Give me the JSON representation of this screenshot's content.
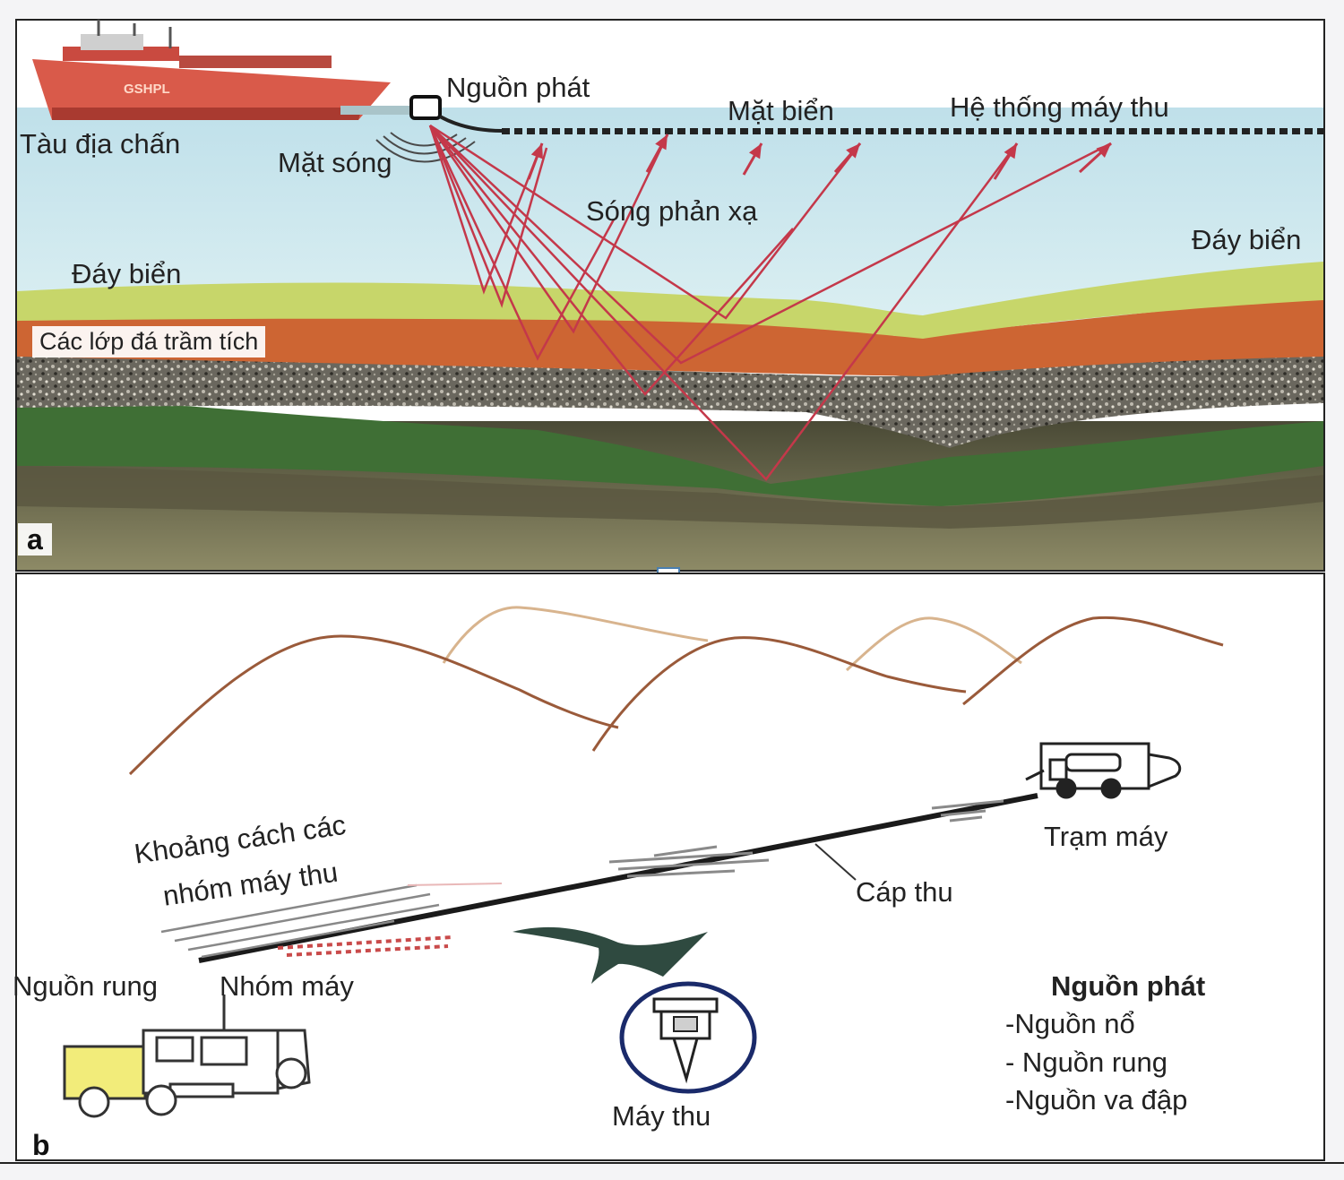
{
  "panel_a": {
    "panel_letter": "a",
    "ship_name": "GSHPL",
    "labels": {
      "ship": "Tàu địa chấn",
      "source": "Nguồn phát",
      "wavefront": "Mặt sóng",
      "sea_surface": "Mặt biển",
      "receiver_system": "Hệ thống máy thu",
      "reflected_waves": "Sóng phản xạ",
      "seabed_left": "Đáy biển",
      "seabed_right": "Đáy biển",
      "sediment_layers": "Các lớp đá trầm tích"
    },
    "colors": {
      "sea": "#cde6ee",
      "seabed_green": "#c7d66a",
      "sediment_orange": "#cf6a36",
      "gravel": "#6d6a62",
      "deep_green": "#3d7a3a",
      "ray": "#c4384a",
      "ship_hull": "#d95a4a"
    }
  },
  "panel_b": {
    "panel_letter": "b",
    "labels": {
      "group_spacing_line1": "Khoảng cách các",
      "group_spacing_line2": "nhóm máy thu",
      "station": "Trạm máy",
      "cable": "Cáp thu",
      "vibrator": "Nguồn rung",
      "group": "Nhóm máy",
      "receiver": "Máy thu"
    },
    "source_list": {
      "heading": "Nguồn phát",
      "items": [
        "-Nguồn nổ",
        "- Nguồn rung",
        "-Nguồn va đập"
      ]
    },
    "colors": {
      "hill_front": "#9a5a3a",
      "hill_back": "#d8b48e",
      "cable": "#1a1a1a",
      "arrow": "#2f4a40",
      "receiver_ring": "#1a2a6a",
      "truck_yellow": "#f2ec7a"
    }
  }
}
